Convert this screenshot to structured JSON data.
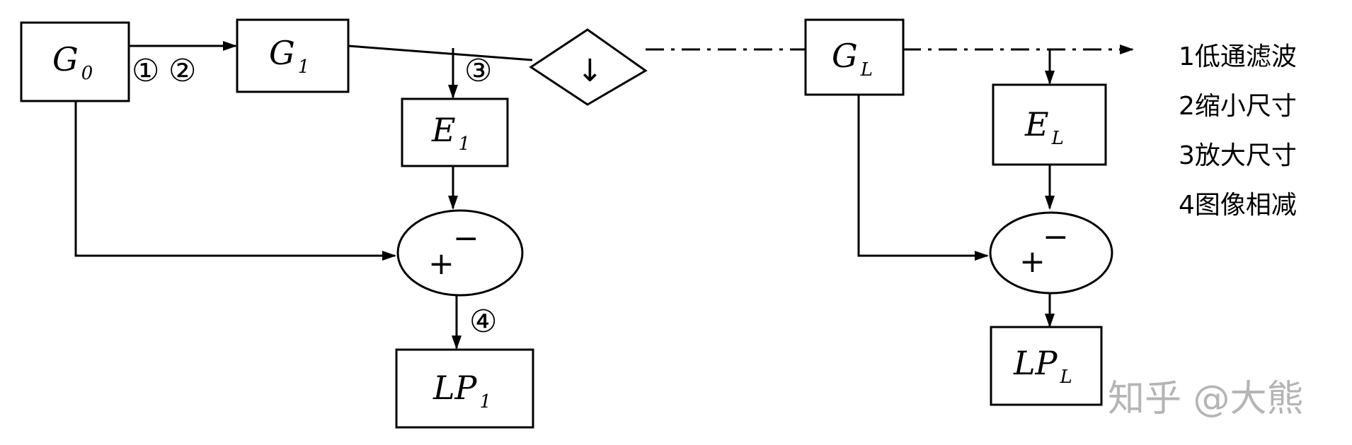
{
  "blocks": {
    "g0": {
      "main": "G",
      "sub": "0"
    },
    "g1": {
      "main": "G",
      "sub": "1"
    },
    "gl": {
      "main": "G",
      "sub": "L"
    },
    "e1": {
      "main": "E",
      "sub": "1"
    },
    "el": {
      "main": "E",
      "sub": "L"
    },
    "lp1": {
      "main": "LP",
      "sub": "1"
    },
    "lpl": {
      "main": "LP",
      "sub": "L"
    }
  },
  "downsample_symbol": "↓",
  "adders": {
    "plus": "+",
    "minus": "−"
  },
  "step_markers": {
    "m1": "①",
    "m2": "②",
    "m3": "③",
    "m4": "④"
  },
  "legend": [
    {
      "label": "1低通滤波"
    },
    {
      "label": "2缩小尺寸"
    },
    {
      "label": "3放大尺寸"
    },
    {
      "label": "4图像相减"
    }
  ],
  "watermark": "知乎 @大熊"
}
